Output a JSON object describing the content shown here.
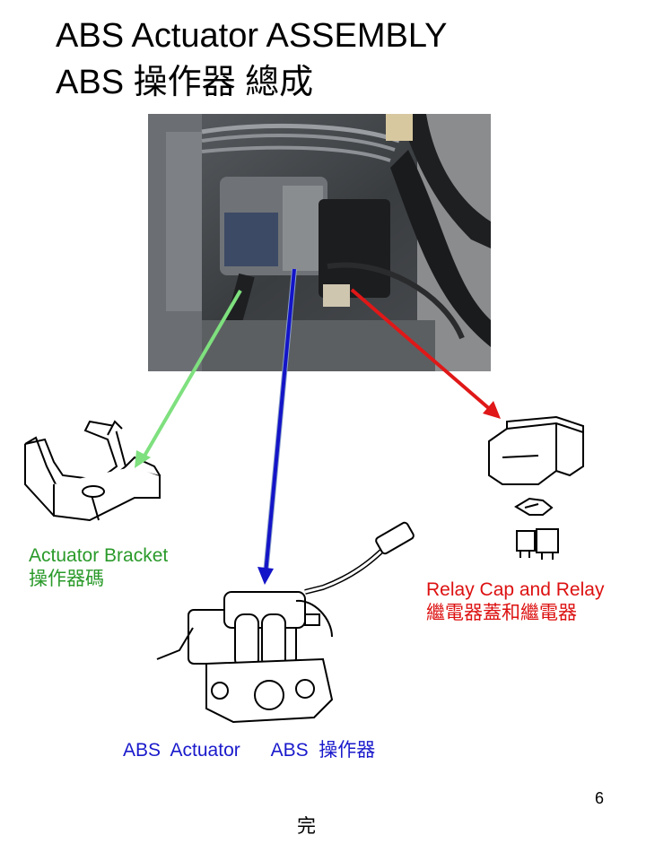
{
  "title": {
    "line1": "ABS  Actuator ASSEMBLY",
    "line2": "ABS  操作器 總成"
  },
  "labels": {
    "bracket": {
      "en": "Actuator Bracket",
      "zh": "操作器碼"
    },
    "relay": {
      "en": "Relay Cap and  Relay",
      "zh": "繼電器蓋和繼電器"
    },
    "actuator": "ABS  Actuator      ABS  操作器"
  },
  "page_number": "6",
  "footer": "完",
  "colors": {
    "bracket_arrow": "#7ee07e",
    "actuator_arrow": "#1414c8",
    "relay_arrow": "#e01818",
    "bracket_text": "#2a9a2a",
    "relay_text": "#d11111",
    "actuator_text": "#1a1acc"
  }
}
